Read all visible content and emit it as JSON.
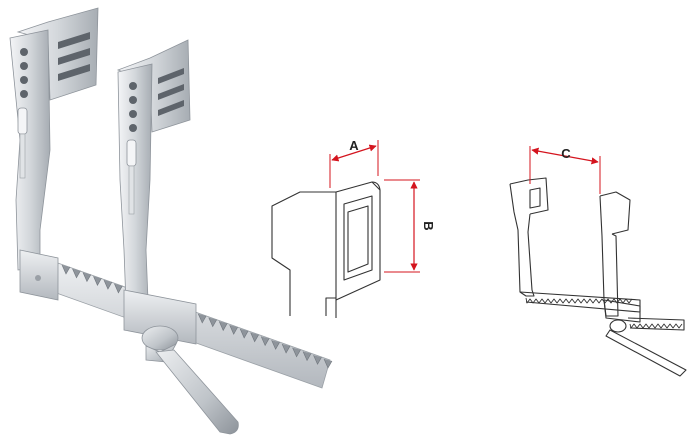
{
  "dimensions": {
    "a": {
      "label": "A"
    },
    "b": {
      "label": "B"
    },
    "c": {
      "label": "C"
    }
  },
  "colors": {
    "background": "#ffffff",
    "line": "#333333",
    "dimension": "#d4141e",
    "metal_light": "#e6e8eb",
    "metal_mid": "#c3c7cc",
    "metal_dark": "#8e949b",
    "slot": "#5e646b"
  }
}
